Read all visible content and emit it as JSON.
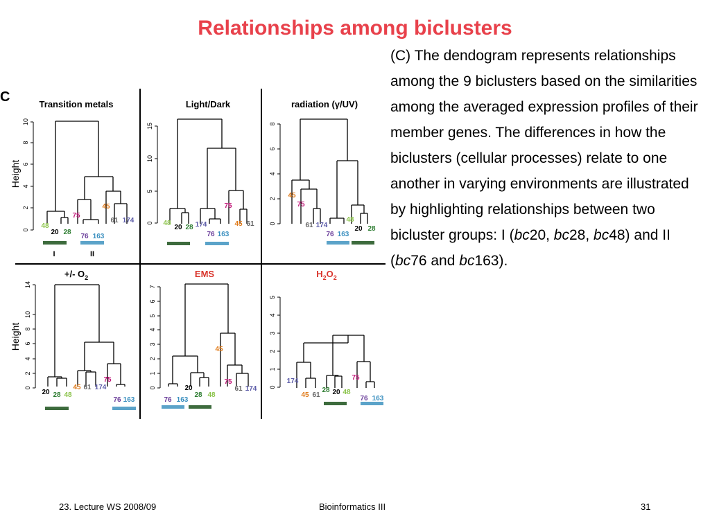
{
  "slide": {
    "title": "Relationships among biclusters",
    "desc": {
      "part1": "(C) The dendogram represents relationships among the 9 biclusters based on the similarities among the averaged expression profiles of their member genes. The differences in how the biclusters (cellular processes) relate to one another in varying environments are illustrated by highlighting relationships between two bicluster groups: I (",
      "bc": "bc",
      "n20": "20, ",
      "n28": "28, ",
      "n48": "48) and II (",
      "n76": "76 and ",
      "n163": "163)."
    },
    "footer": {
      "left": "23. Lecture WS 2008/09",
      "center": "Bioinformatics III",
      "right": "31"
    }
  },
  "figure": {
    "panel_letter": "C",
    "height_label": "Height",
    "group_labels": {
      "I": "I",
      "II": "II"
    },
    "colors": {
      "group_I_bar": "#3d6b3d",
      "group_II_bar": "#5ba3c9",
      "ems_title": "#d9342b",
      "h2o2_title": "#d9342b",
      "label_20": "#000000",
      "label_28": "#2e7d32",
      "label_48": "#8bc34a",
      "label_45": "#e07b1a",
      "label_61": "#666666",
      "label_174": "#5c5ca8",
      "label_75": "#c2187a",
      "label_76": "#6a3d9a",
      "label_163": "#3a8fbf"
    },
    "panels": [
      {
        "title": "Transition metals",
        "yticks": [
          "0",
          "2",
          "4",
          "6",
          "8",
          "10"
        ],
        "leaves": [
          "48",
          "20",
          "28",
          "75",
          "76",
          "163",
          "61",
          "174",
          "45"
        ]
      },
      {
        "title": "Light/Dark",
        "yticks": [
          "0",
          "5",
          "10",
          "15"
        ],
        "leaves": [
          "48",
          "20",
          "28",
          "174",
          "76",
          "163",
          "75",
          "45",
          "61"
        ]
      },
      {
        "title": "radiation (γ/UV)",
        "yticks": [
          "0",
          "2",
          "4",
          "6",
          "8"
        ],
        "leaves": [
          "45",
          "75",
          "61",
          "174",
          "76",
          "163",
          "48",
          "20",
          "28"
        ]
      },
      {
        "title": "+/- O",
        "title_sub": "2",
        "yticks": [
          "0",
          "2",
          "4",
          "6",
          "8",
          "10",
          "14"
        ],
        "leaves": [
          "20",
          "28",
          "48",
          "45",
          "61",
          "174",
          "75",
          "76",
          "163"
        ]
      },
      {
        "title": "EMS",
        "yticks": [
          "0",
          "1",
          "2",
          "3",
          "4",
          "5",
          "6",
          "7"
        ],
        "leaves": [
          "76",
          "163",
          "20",
          "28",
          "48",
          "45",
          "75",
          "61",
          "174"
        ]
      },
      {
        "title": "H",
        "title_sub": "2",
        "title_mid": "O",
        "title_sub2": "2",
        "yticks": [
          "0",
          "1",
          "2",
          "3",
          "4",
          "5"
        ],
        "leaves": [
          "174",
          "45",
          "61",
          "28",
          "20",
          "48",
          "75",
          "76",
          "163"
        ]
      }
    ]
  }
}
